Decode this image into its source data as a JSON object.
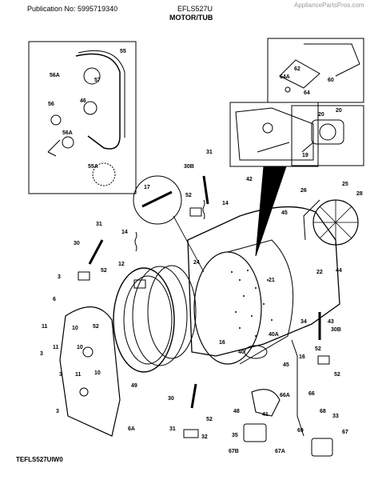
{
  "header": {
    "publication": "Publication No: 5995719340",
    "model": "EFLS527U",
    "section": "MOTOR/TUB",
    "watermark": "AppliancePartsPros.com"
  },
  "footer": {
    "code": "TEFLS527UIW0"
  },
  "part_labels": [
    "55",
    "56A",
    "57",
    "56",
    "46",
    "56A",
    "55A",
    "62",
    "64A",
    "60",
    "64",
    "20",
    "20",
    "19",
    "31",
    "30B",
    "42",
    "17",
    "52",
    "14",
    "25",
    "26",
    "28",
    "45",
    "31",
    "14",
    "30",
    "12",
    "52",
    "3",
    "6",
    "11",
    "10",
    "52",
    "10",
    "11",
    "3",
    "24",
    "21",
    "22",
    "44",
    "34",
    "43",
    "30B",
    "40A",
    "40",
    "16",
    "52",
    "16",
    "45",
    "52",
    "49",
    "66",
    "66A",
    "30",
    "31",
    "52",
    "32",
    "48",
    "41",
    "68",
    "33",
    "35",
    "69",
    "67",
    "67B",
    "67A",
    "3",
    "11",
    "10",
    "3",
    "6A"
  ],
  "colors": {
    "ink": "#000000",
    "background": "#ffffff",
    "watermark": "#9a9a9a"
  }
}
